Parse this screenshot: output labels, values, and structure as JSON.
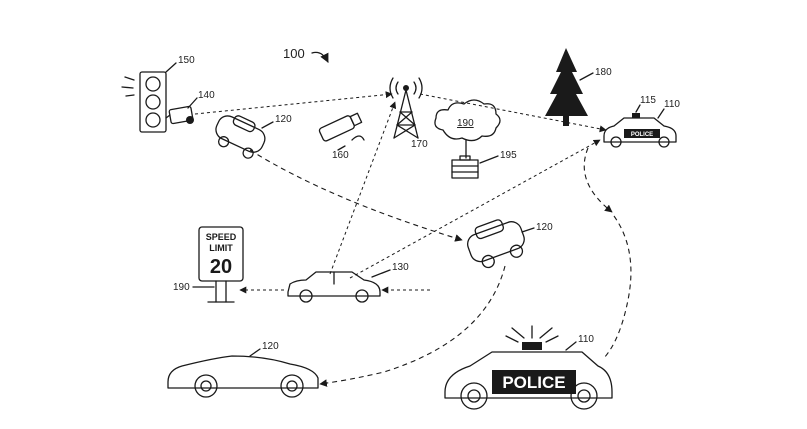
{
  "figure_label": "100",
  "references": {
    "traffic_light": "150",
    "camera": "140",
    "car_upper_left": "120",
    "drone_camera": "160",
    "tower": "170",
    "cloud": "190",
    "server": "195",
    "tree": "180",
    "police_small_device": "115",
    "police_small": "110",
    "car_tumbling": "120",
    "sign": "190",
    "car_middle": "130",
    "car_bottom": "120",
    "police_large": "110"
  },
  "sign": {
    "line1": "SPEED",
    "line2": "LIMIT",
    "value": "20"
  },
  "police_small_text": "POLICE",
  "police_large_text": "POLICE",
  "cloud_label": "190"
}
